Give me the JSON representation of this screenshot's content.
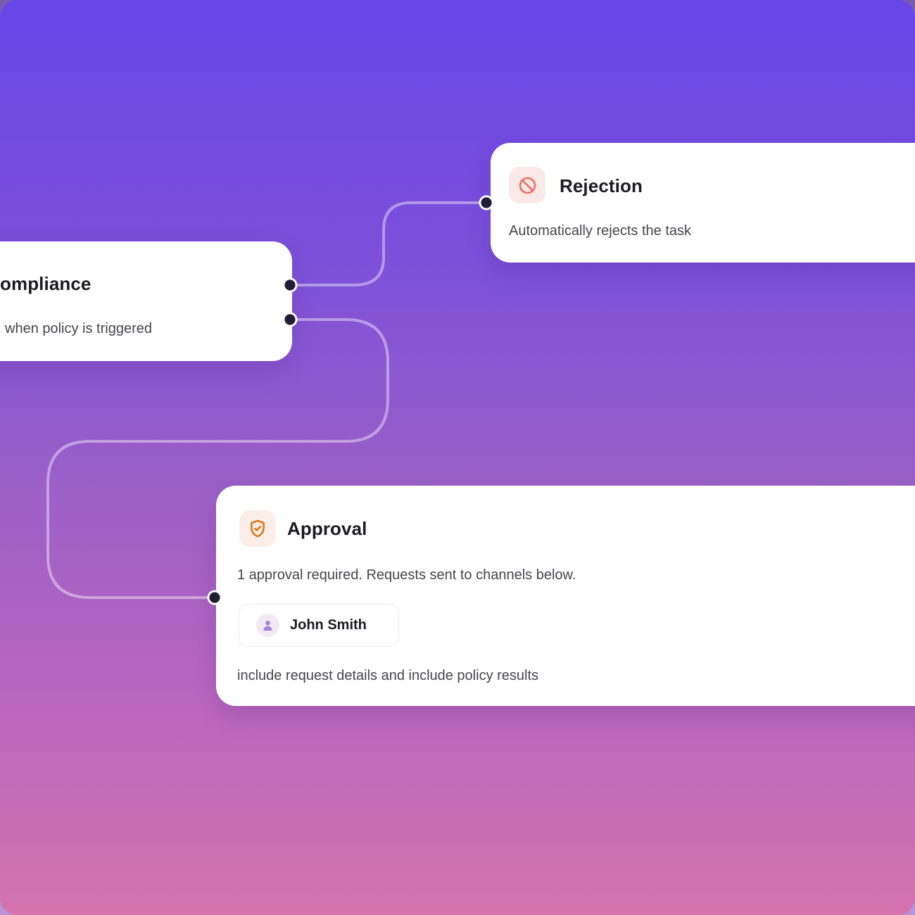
{
  "canvas": {
    "gradient_top": "#6747e8",
    "gradient_mid": "#9a5fc8",
    "gradient_bottom": "#d473ae",
    "connector_color": "rgba(255,255,255,0.42)",
    "port_dot_color": "#221d36"
  },
  "nodes": {
    "compliance": {
      "title": "ompliance",
      "description": "when policy is triggered"
    },
    "rejection": {
      "title": "Rejection",
      "description": "Automatically rejects the task",
      "icon": "prohibition-icon",
      "icon_color": "#ee7066",
      "icon_bg": "#fbe9e8"
    },
    "approval": {
      "title": "Approval",
      "description": "1 approval required. Requests sent to channels below.",
      "footnote": "include request details and include policy results",
      "icon": "shield-check-icon",
      "icon_color": "#e0710e",
      "icon_bg": "#fbeee9",
      "approver": {
        "name": "John Smith",
        "icon": "user-icon",
        "icon_color": "#a281e5",
        "avatar_bg": "#f3e9f2"
      }
    }
  }
}
